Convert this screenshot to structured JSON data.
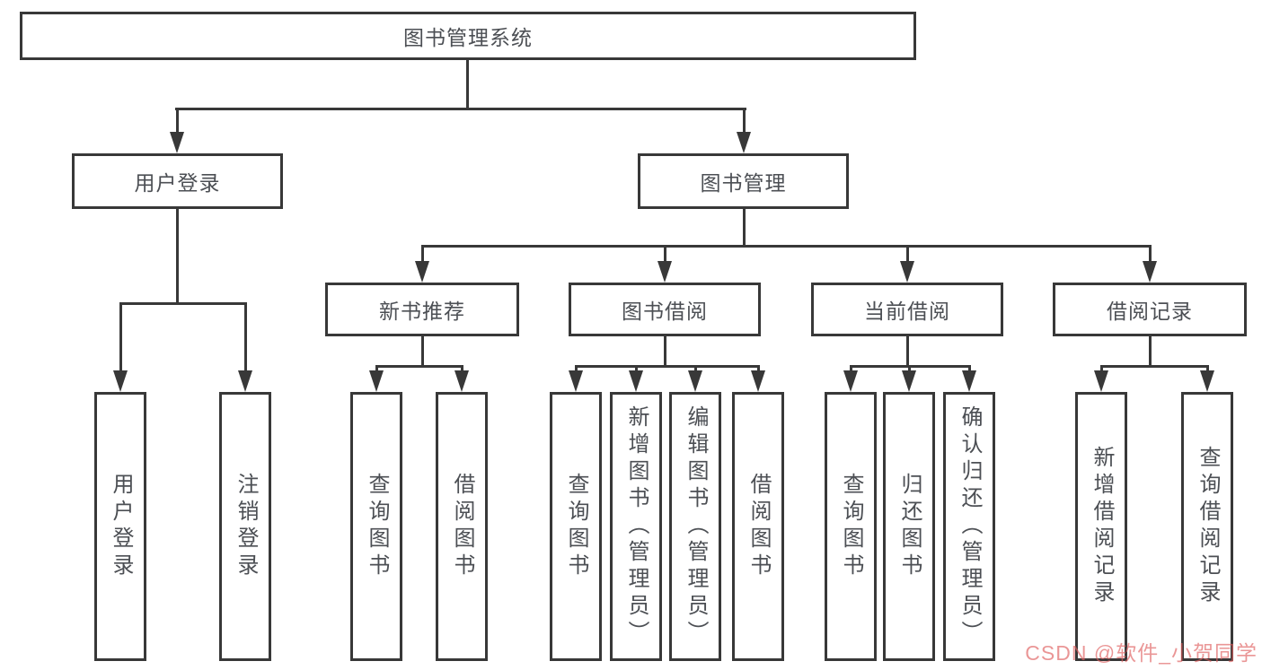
{
  "title": "图书管理系统",
  "colors": {
    "line": "#383838",
    "node_text": "#4c4f54",
    "watermark": "#de5e5e"
  },
  "tree": {
    "root": {
      "label": "图书管理系统"
    },
    "branches": [
      {
        "label": "用户登录",
        "children": [
          {
            "label": "用户登录"
          },
          {
            "label": "注销登录"
          }
        ]
      },
      {
        "label": "图书管理",
        "groups": [
          {
            "label": "新书推荐",
            "children": [
              {
                "label": "查询图书"
              },
              {
                "label": "借阅图书"
              }
            ]
          },
          {
            "label": "图书借阅",
            "children": [
              {
                "label": "查询图书"
              },
              {
                "label": "新增图书（管理员）"
              },
              {
                "label": "编辑图书（管理员）"
              },
              {
                "label": "借阅图书"
              }
            ]
          },
          {
            "label": "当前借阅",
            "children": [
              {
                "label": "查询图书"
              },
              {
                "label": "归还图书"
              },
              {
                "label": "确认归还（管理员）"
              }
            ]
          },
          {
            "label": "借阅记录",
            "children": [
              {
                "label": "新增借阅记录"
              },
              {
                "label": "查询借阅记录"
              }
            ]
          }
        ]
      }
    ]
  },
  "watermark": "CSDN @软件_小贺同学"
}
